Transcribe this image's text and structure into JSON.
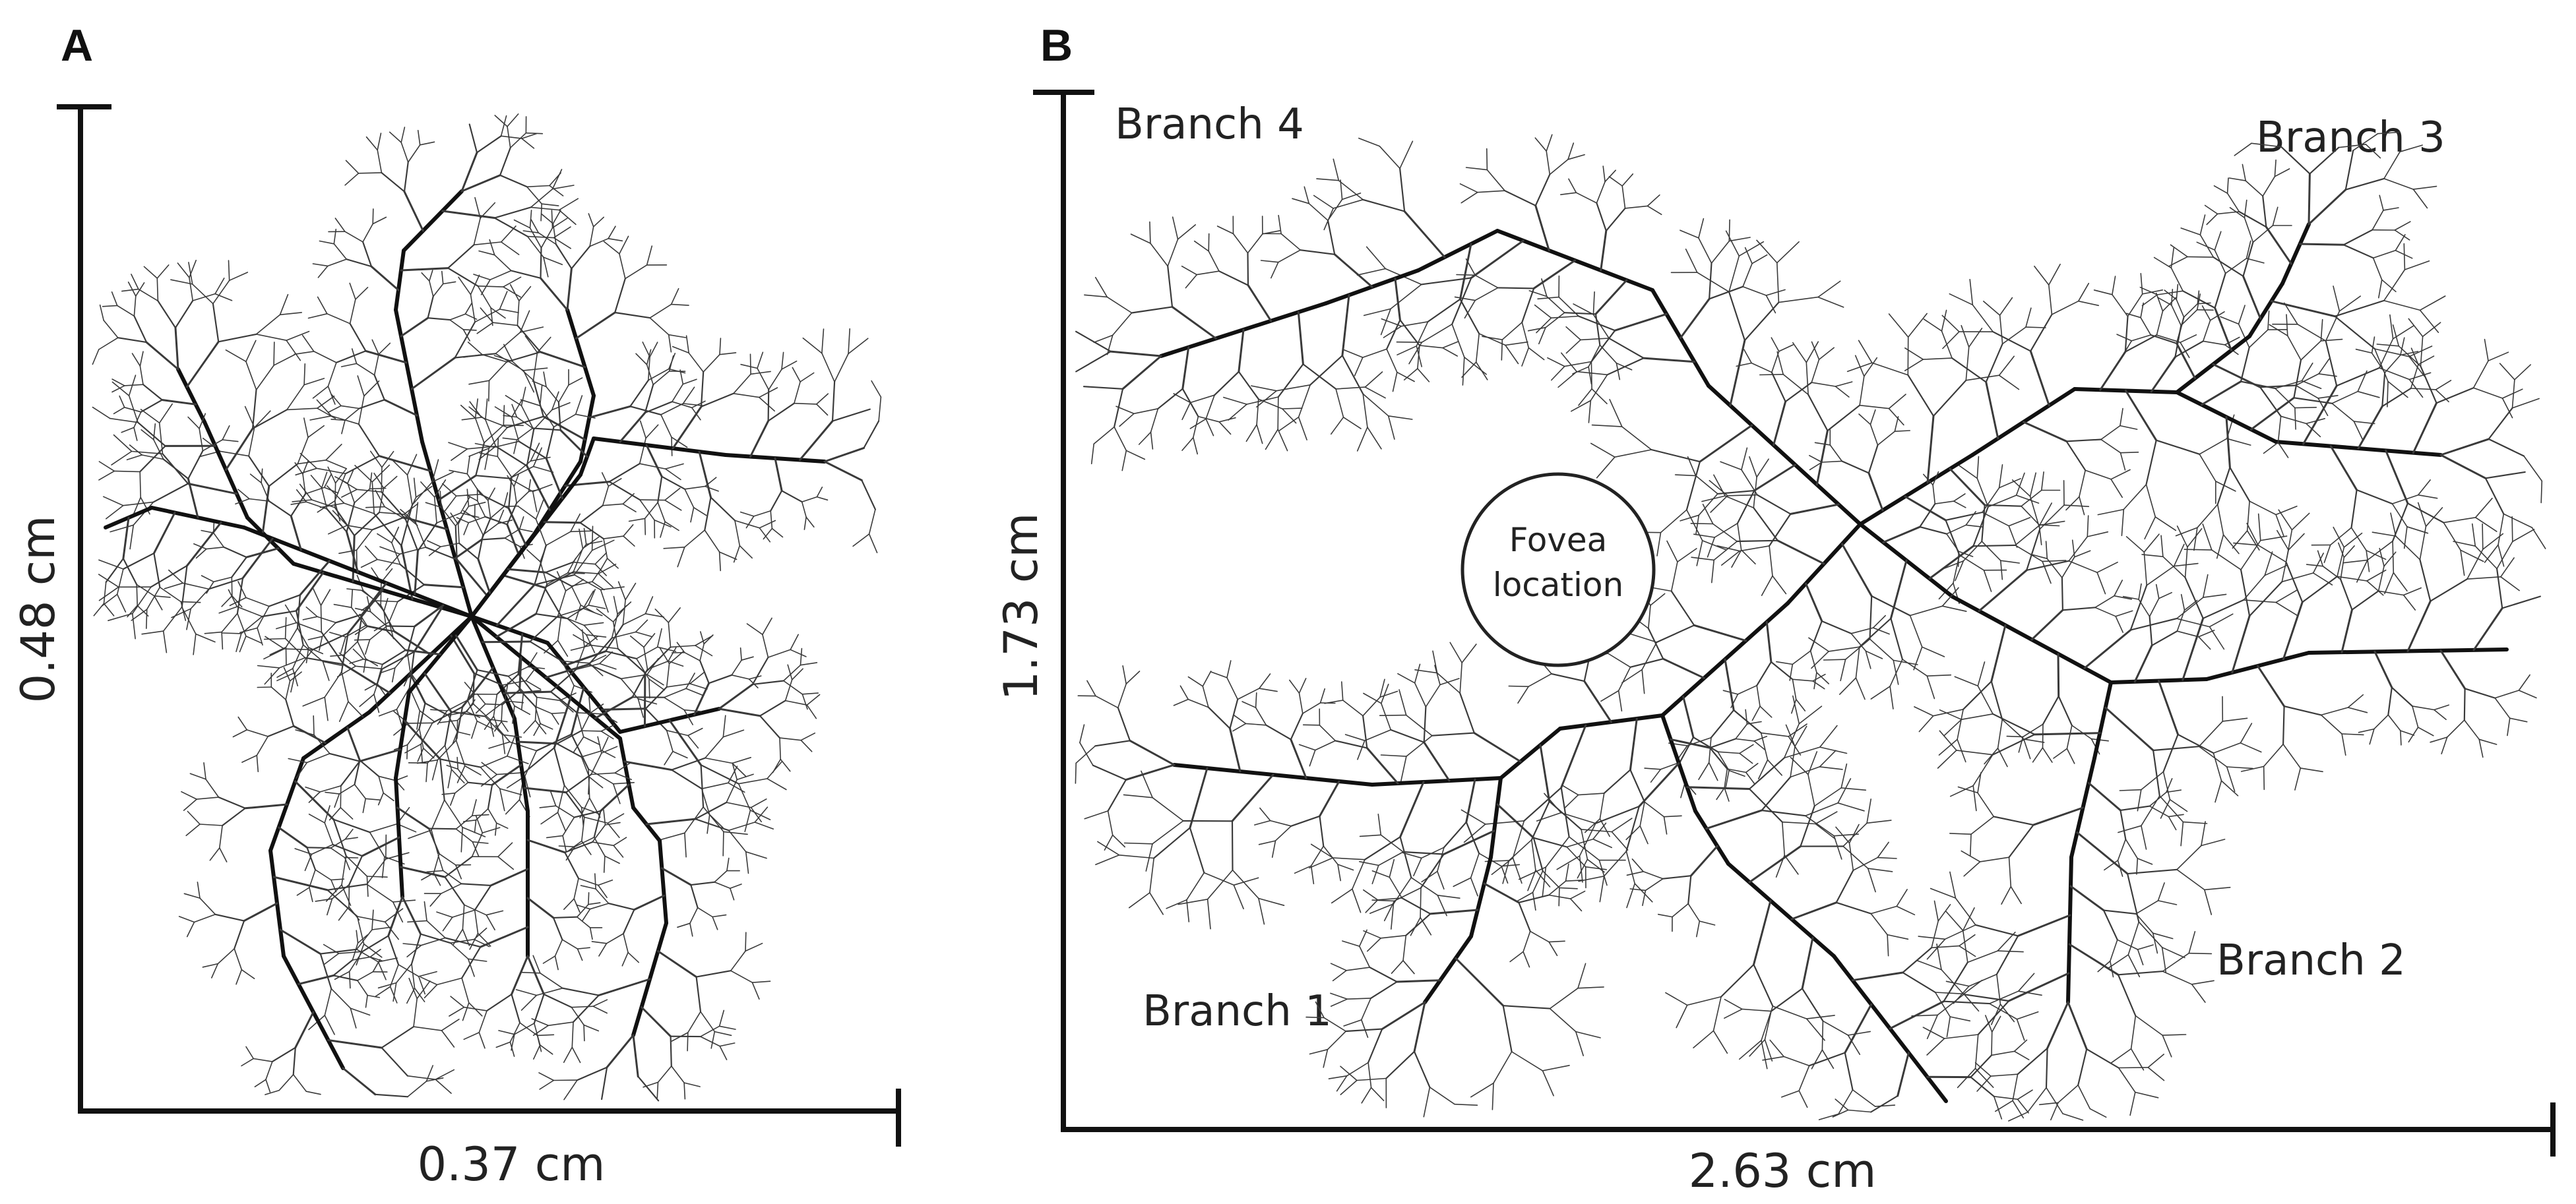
{
  "panels": [
    {
      "letter": "A",
      "width_label": "0.37 cm",
      "height_label": "0.48 cm",
      "branch_labels": []
    },
    {
      "letter": "B",
      "width_label": "2.63 cm",
      "height_label": "1.73 cm",
      "branch_labels": [
        "Branch 1",
        "Branch 2",
        "Branch 3",
        "Branch 4"
      ],
      "fovea": {
        "line1": "Fovea",
        "line2": "location"
      }
    }
  ],
  "colors": {
    "tree": "#3a3a3a",
    "trunk": "#111111",
    "axis": "#111111",
    "text": "#222222"
  }
}
